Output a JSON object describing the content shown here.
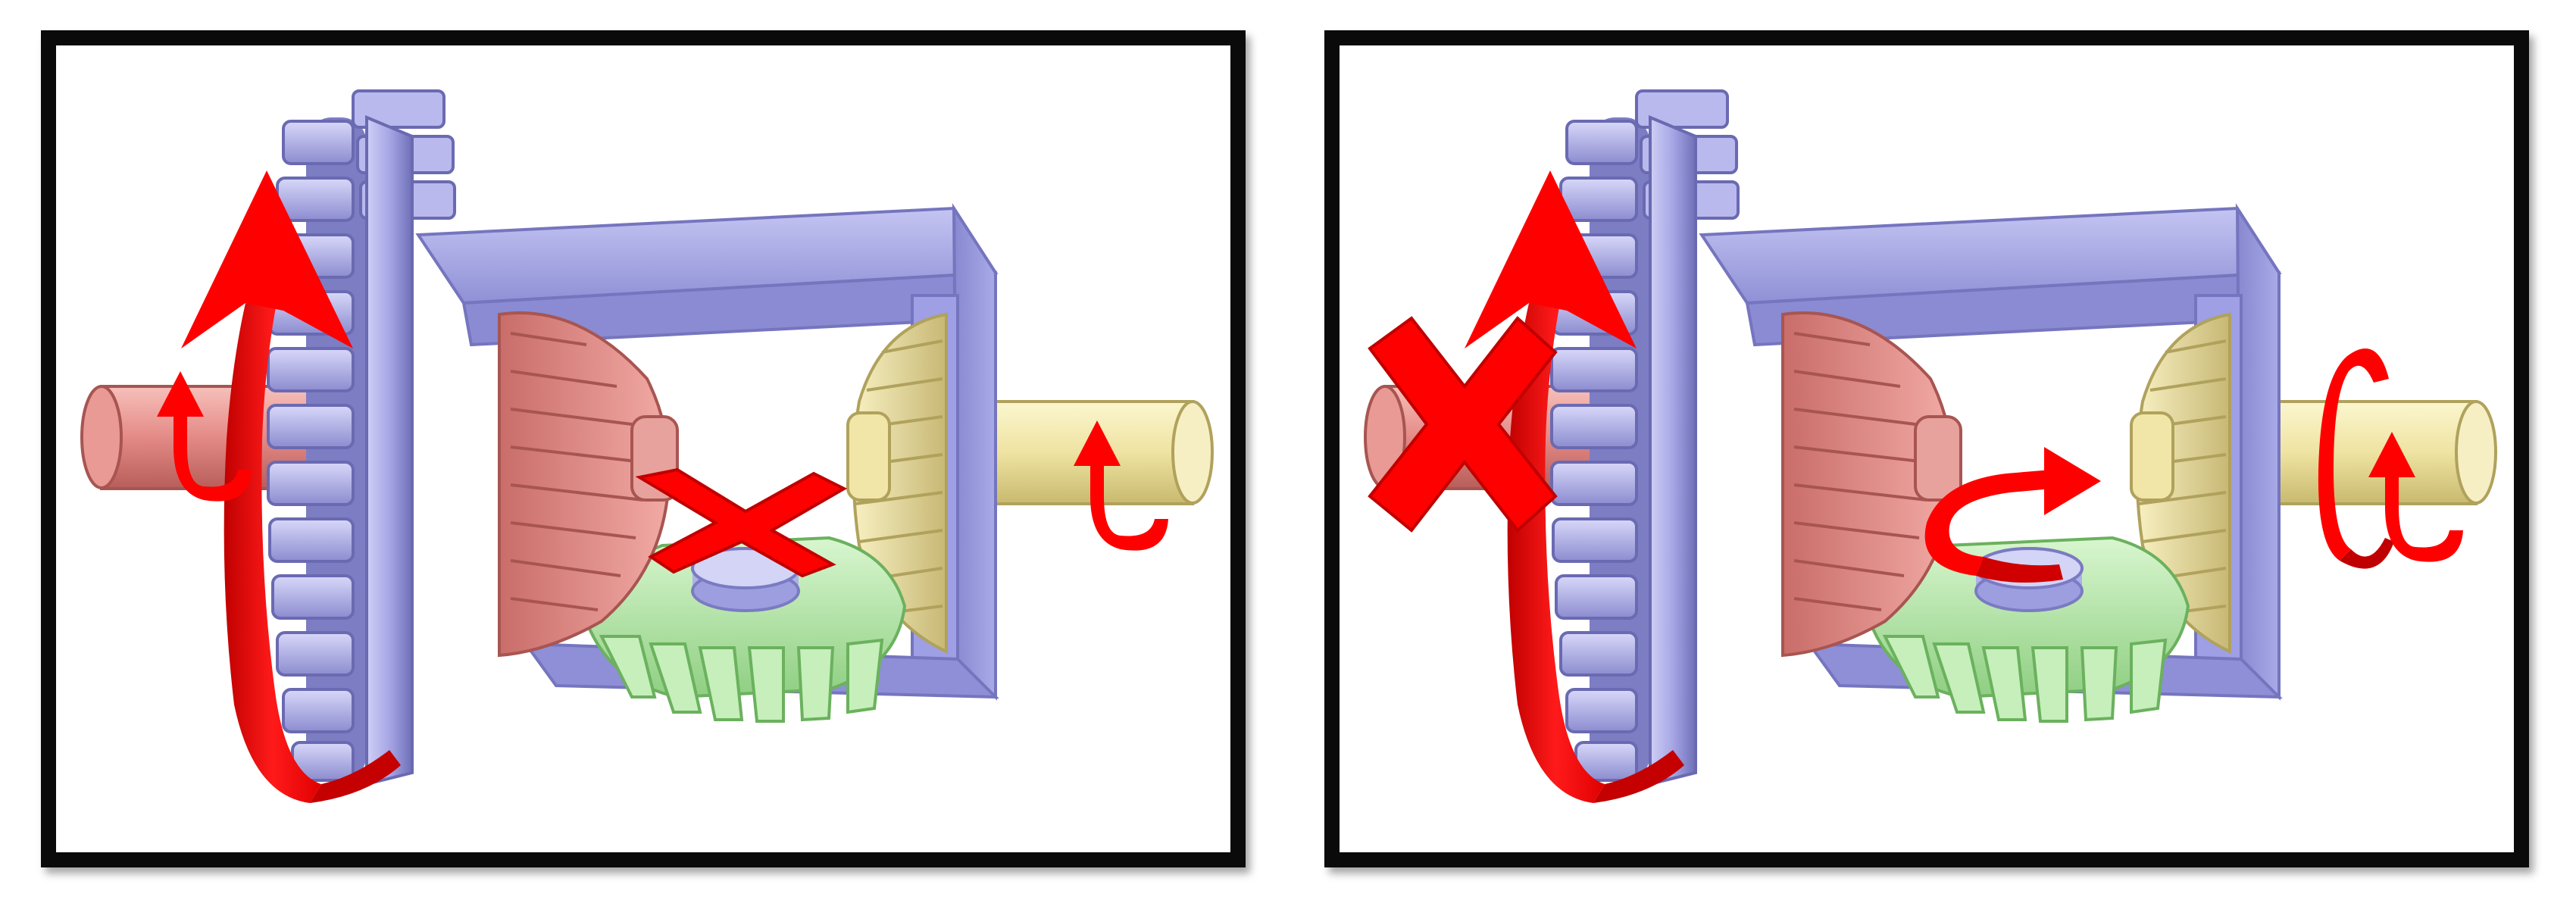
{
  "panels": [
    {
      "id": "panel-left",
      "state": "straight",
      "left_shaft_rotation": "cw",
      "right_shaft_rotation": "cw",
      "spider_gear": "locked"
    },
    {
      "id": "panel-right",
      "state": "turning",
      "left_shaft_rotation": "stopped",
      "right_shaft_rotation": "double",
      "spider_gear": "spinning"
    }
  ],
  "colors": {
    "ring_gear": "#a9a9e6",
    "carrier": "#9fa0e0",
    "left_side_gear": "#e48a86",
    "right_side_gear": "#efe3a2",
    "spider_gear": "#a8e69c",
    "arrow": "#ff0000",
    "frame": "#0a0a0a"
  },
  "icons": [
    "rotation-arrow-icon",
    "stop-x-icon",
    "spin-arrow-icon"
  ]
}
